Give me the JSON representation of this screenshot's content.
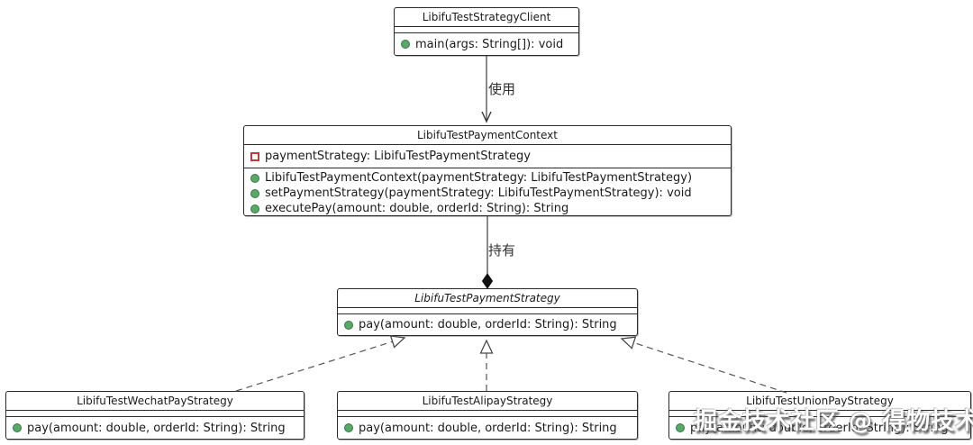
{
  "classes": {
    "client": {
      "title": "LibifuTestStrategyClient",
      "methods": [
        "main(args: String[]): void"
      ]
    },
    "context": {
      "title": "LibifuTestPaymentContext",
      "fields": [
        "paymentStrategy: LibifuTestPaymentStrategy"
      ],
      "methods": [
        "LibifuTestPaymentContext(paymentStrategy: LibifuTestPaymentStrategy)",
        "setPaymentStrategy(paymentStrategy: LibifuTestPaymentStrategy): void",
        "executePay(amount: double, orderId: String): String"
      ]
    },
    "strategy": {
      "title": "LibifuTestPaymentStrategy",
      "methods": [
        "pay(amount: double, orderId: String): String"
      ]
    },
    "wechat": {
      "title": "LibifuTestWechatPayStrategy",
      "methods": [
        "pay(amount: double, orderId: String): String"
      ]
    },
    "alipay": {
      "title": "LibifuTestAlipayStrategy",
      "methods": [
        "pay(amount: double, orderId: String): String"
      ]
    },
    "unionpay": {
      "title": "LibifuTestUnionPayStrategy",
      "methods": [
        "pay(amount: double, orderId: String): String"
      ]
    }
  },
  "edges": {
    "use": {
      "label": "使用"
    },
    "hold": {
      "label": "持有"
    }
  },
  "icons": {
    "public_method": "green-circle-icon",
    "private_field": "red-square-icon"
  },
  "colors": {
    "background": "#ffffff",
    "box_border": "#2b2b2b",
    "method_icon": "#57a965",
    "field_icon_border": "#c13b3b",
    "connector": "#3c3c3c",
    "dashed_connector": "#555555"
  },
  "watermark": "掘金技术社区 @ 得物技术"
}
